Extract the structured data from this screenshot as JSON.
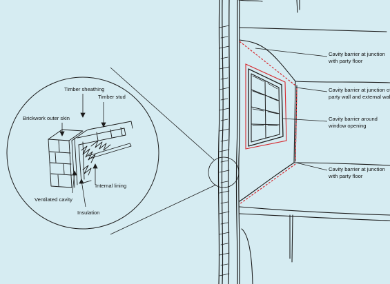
{
  "colors": {
    "background": "#d6ecf2",
    "ink": "#1b1b1b",
    "cavity_barrier": "#d6262c"
  },
  "detail_labels": {
    "timber_sheathing": "Timber sheathing",
    "timber_stud": "Timber stud",
    "brickwork_outer_skin": "Brickwork outer skin",
    "internal_lining": "Internal lining",
    "ventilated_cavity": "Ventilated cavity",
    "insulation": "Insulation"
  },
  "barrier_labels": {
    "party_floor_top": [
      "Cavity barrier at junction",
      "with party floor"
    ],
    "party_wall_junction": [
      "Cavity barrier at junction of",
      "party wall and external wall"
    ],
    "window_opening": [
      "Cavity barrier around",
      "window opening"
    ],
    "party_floor_bottom": [
      "Cavity barrier at junction",
      "with party floor"
    ]
  }
}
